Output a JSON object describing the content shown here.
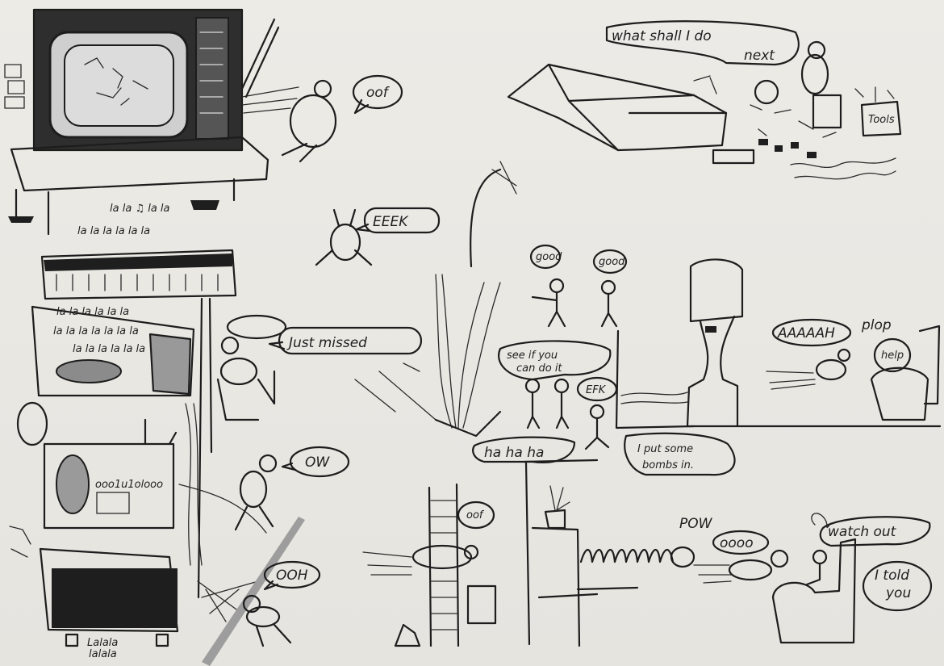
{
  "speech": {
    "oof_top": "oof",
    "eeek": "EEEK",
    "just_missed": "Just missed",
    "ow": "OW",
    "ooh": "OOH",
    "what_shall": "what shall I do",
    "next": "next",
    "good_1": "good",
    "good_2": "good",
    "see_if_1": "see if you",
    "see_if_2": "can do it",
    "efk": "EFK",
    "ha_ha": "ha ha ha",
    "put_some_1": "I put some",
    "put_some_2": "bombs in.",
    "aaaah": "AAAAAH",
    "plop": "plop",
    "help": "help",
    "oof_mid": "oof",
    "pow": "POW",
    "oooo": "oooo",
    "watch_out": "watch out",
    "i_told_1": "I told",
    "i_told_2": "you"
  },
  "labels": {
    "tools": "Tools",
    "radio_dial": "ooo1u1olooo"
  },
  "lyrics": {
    "la_row_1": "la la ♫ la la",
    "la_row_2": "la la la la la la",
    "la_row_3": "la la la la la la",
    "la_row_4": "la la la la la la la",
    "la_row_5": "la la la la la la",
    "la_bottom_1": "Lalala",
    "la_bottom_2": "lalala"
  },
  "colors": {
    "paper": "#e9e7e2",
    "ink": "#1d1d1d",
    "pencil": "#8b8b8b"
  }
}
